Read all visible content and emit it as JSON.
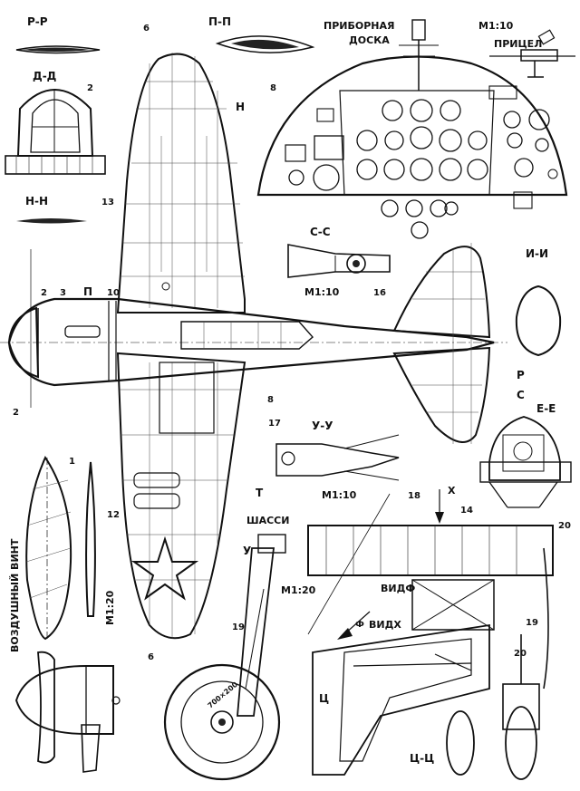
{
  "sections": {
    "rr": "Р-Р",
    "dd": "Д-Д",
    "nn": "Н-Н",
    "pp": "П-П",
    "p": "П",
    "n": "Н",
    "ss": "С-С",
    "ii": "И-И",
    "r": "Р",
    "s": "С",
    "ee": "Е-Е",
    "uu": "У-У",
    "t": "Т",
    "u": "У",
    "cc": "Ц-Ц",
    "c": "Ц"
  },
  "titles": {
    "panel_line1": "ПРИБОРНАЯ",
    "panel_line2": "ДОСКА",
    "sight": "ПРИЦЕЛ",
    "sight_scale": "М1:10",
    "cc_scale": "М1:10",
    "uu_scale": "М1:10",
    "chassis": "ШАССИ",
    "chassis_scale": "М1:20",
    "prop": "ВОЗДУШНЫЙ ВИНТ",
    "prop_scale": "М1:20",
    "view_f": "ВИДФ",
    "view_x": "ВИДХ",
    "x_arrow": "Х",
    "f_arrow": "Ф",
    "tyre": "700×200"
  },
  "callouts": [
    "1",
    "2",
    "2",
    "2",
    "3",
    "6",
    "6",
    "8",
    "8",
    "10",
    "12",
    "13",
    "14",
    "16",
    "17",
    "18",
    "19",
    "19",
    "20",
    "20"
  ]
}
